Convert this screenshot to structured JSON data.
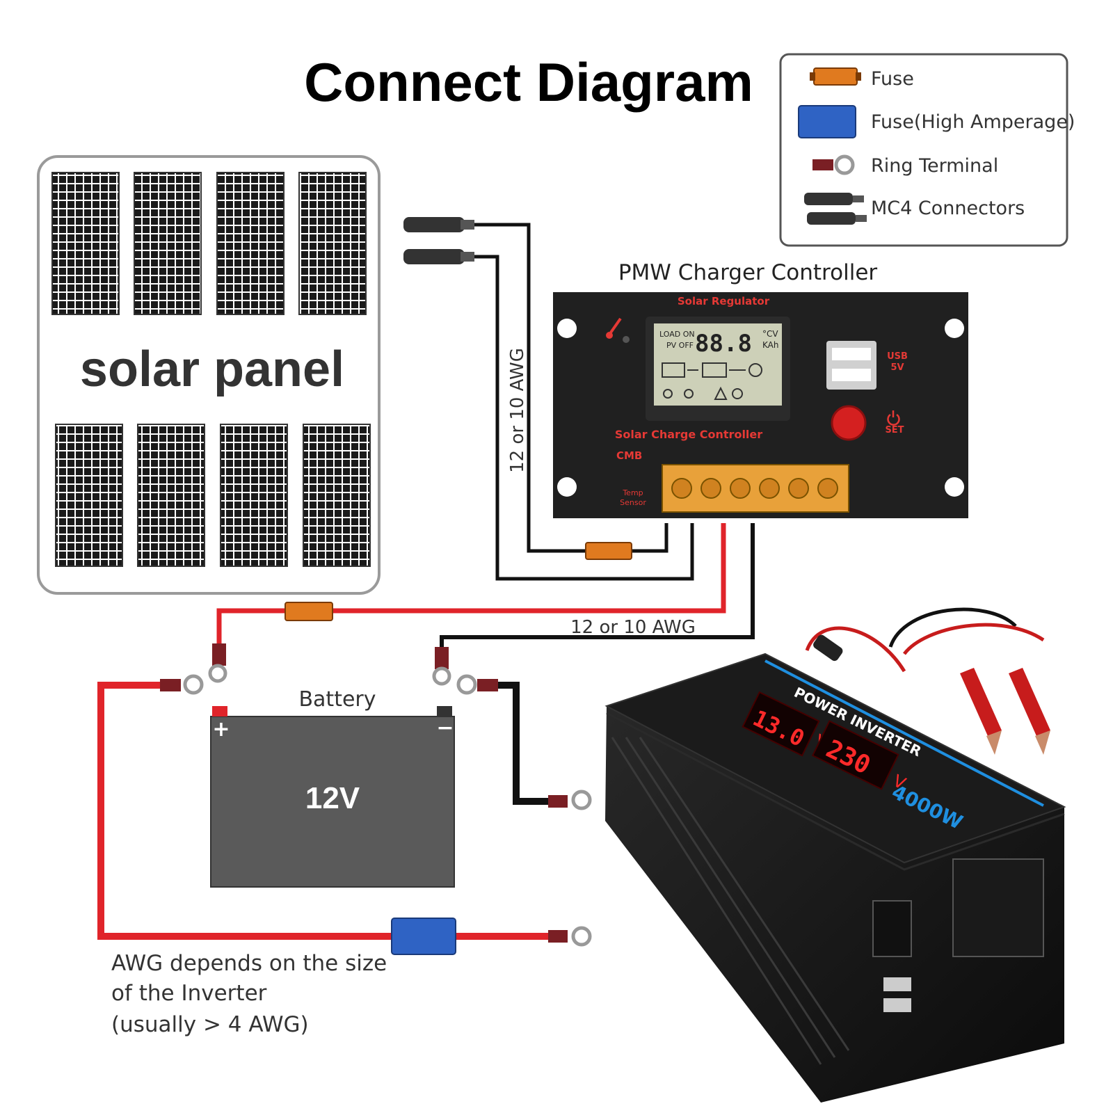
{
  "title": "Connect Diagram",
  "legend": {
    "items": [
      {
        "icon": "fuse-icon",
        "label": "Fuse",
        "color": "#e07a1f"
      },
      {
        "icon": "high-amperage-fuse-icon",
        "label": "Fuse(High Amperage)",
        "color": "#2f63c4"
      },
      {
        "icon": "ring-terminal-icon",
        "label": "Ring Terminal",
        "color": "#7a1f24"
      },
      {
        "icon": "mc4-connector-icon",
        "label": "MC4 Connectors",
        "color": "#333333"
      }
    ]
  },
  "solar_panel": {
    "label": "solar panel"
  },
  "controller": {
    "heading": "PMW Charger Controller",
    "brand_top": "Solar Regulator",
    "lcd_load": "LOAD ON",
    "lcd_pv": "PV OFF",
    "lcd_value": "88.8",
    "lcd_unit_top": "°CV",
    "lcd_unit_bottom": "KAh",
    "usb_label_1": "USB",
    "usb_label_2": "5V",
    "set_label": "SET",
    "name": "Solar Charge Controller",
    "model": "CMB",
    "temp_label_1": "Temp",
    "temp_label_2": "Sensor"
  },
  "wires": {
    "pv_wire_label": "12 or 10 AWG",
    "battery_wire_label": "12 or 10 AWG"
  },
  "battery": {
    "label": "Battery",
    "voltage": "12V",
    "plus": "+",
    "minus": "−"
  },
  "inverter": {
    "banner": "POWER INVERTER",
    "power": "4000W",
    "display_in": "13.0",
    "display_in_unit": "V",
    "display_out": "230",
    "display_out_unit": "V"
  },
  "note": {
    "line1": "AWG depends on the size",
    "line2": "of the Inverter",
    "line3": "(usually  > 4 AWG)"
  },
  "colors": {
    "red_wire": "#e0242a",
    "black_wire": "#111111",
    "fuse": "#e07a1f",
    "hi_fuse": "#2f63c4",
    "inverter_accent": "#1f8fe0"
  }
}
